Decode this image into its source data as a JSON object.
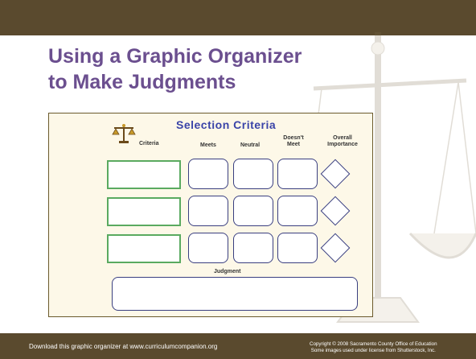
{
  "slide": {
    "title_line1": "Using a Graphic Organizer",
    "title_line2": "to Make Judgments"
  },
  "organizer": {
    "title": "Selection Criteria",
    "criteria_label": "Criteria",
    "column_labels": [
      "Meets",
      "Neutral",
      "Doesn't Meet",
      "Overall Importance"
    ],
    "judgment_label": "Judgment"
  },
  "footer": {
    "left": "Download this graphic organizer at www.curriculumcompanion.org",
    "right_line1": "Copyright © 2008 Sacramento County Office of Education",
    "right_line2": "Some images used under license from Shutterstock, Inc."
  },
  "colors": {
    "bar": "#5a4a2e",
    "title": "#6b4f8f",
    "organizer_title": "#3a44a8",
    "criteria_box_border": "#5aaa60",
    "rating_box_border": "#3a3f80"
  },
  "icons": [
    "balance-scale-background",
    "scales-of-justice-icon"
  ]
}
